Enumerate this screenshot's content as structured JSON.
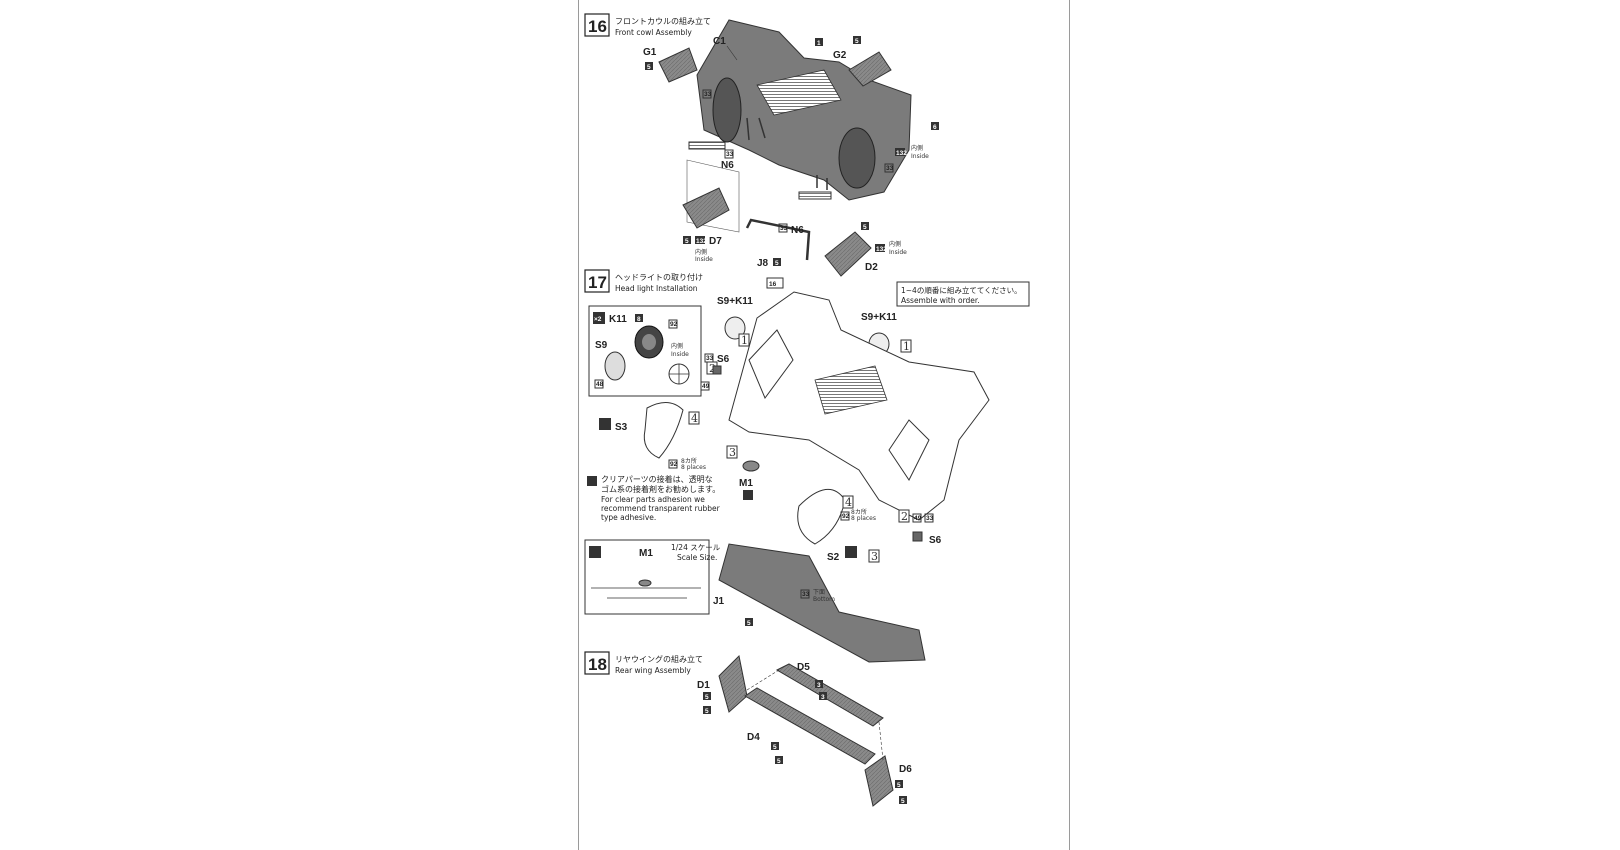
{
  "steps": [
    {
      "number": "16",
      "title_jp": "フロントカウルの組み立て",
      "title_en": "Front cowl Assembly"
    },
    {
      "number": "17",
      "title_jp": "ヘッドライトの取り付け",
      "title_en": "Head light Installation"
    },
    {
      "number": "18",
      "title_jp": "リヤウイングの組み立て",
      "title_en": "Rear wing Assembly"
    }
  ],
  "parts": {
    "c1": "C1",
    "g1": "G1",
    "g2": "G2",
    "n6": "N6",
    "d7": "D7",
    "j8": "J8",
    "d2": "D2",
    "k11": "K11",
    "s9": "S9",
    "s9k11": "S9+K11",
    "s6": "S6",
    "s3": "S3",
    "m1": "M1",
    "s2": "S2",
    "j1": "J1",
    "d1": "D1",
    "d5": "D5",
    "d4": "D4",
    "d6": "D6"
  },
  "paint_codes": {
    "c1": "1",
    "c5": "5",
    "c33": "33",
    "c6": "6",
    "c132": "132",
    "c16": "16",
    "c8": "8",
    "c92": "92",
    "c48": "48",
    "c49": "49",
    "c3": "3",
    "x2": "×2"
  },
  "notes": {
    "inside_jp": "内側",
    "inside_en": "Inside",
    "bottom_jp": "下面",
    "bottom_en": "Bottom",
    "places_jp": "8カ所",
    "places_en": "8 places",
    "order_jp": "1~4の順番に組み立ててください。",
    "order_en": "Assemble with order.",
    "clear_jp_1": "クリアパーツの接着は、透明な",
    "clear_jp_2": "ゴム系の接着剤をお勧めします。",
    "clear_en_1": "For clear parts adhesion we",
    "clear_en_2": "recommend transparent rubber",
    "clear_en_3": "type adhesive.",
    "scale_jp": "1/24 スケール",
    "scale_en": "Scale Size."
  },
  "sequence": {
    "s1": "1",
    "s2": "2",
    "s3": "3",
    "s4": "4"
  }
}
